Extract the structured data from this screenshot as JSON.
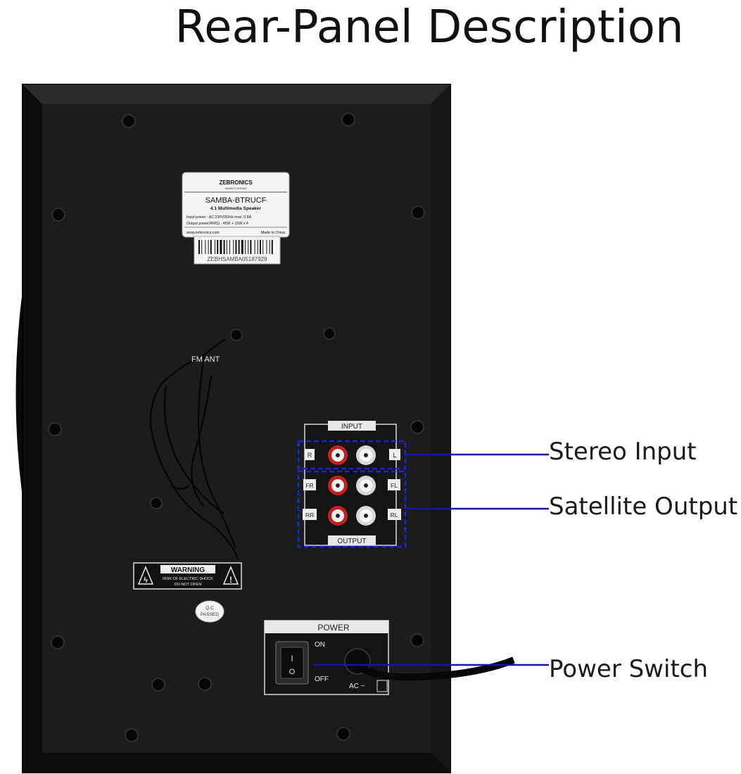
{
  "title": "Rear-Panel Description",
  "device_label": {
    "brand": "ZEBRONICS",
    "tagline": "ALWAYS AHEAD",
    "model": "SAMBA-BTRUCF",
    "subtitle": "4.1 Multimedia Speaker",
    "input_power": "Input power : AC 230V/50Hz max. 0.8A",
    "output_power": "Output power(RMS) : 45W + 15W x 4",
    "website": "www.zebronics.com",
    "origin": "Made in China",
    "serial": "ZEBHSAMBA05187929"
  },
  "fm_ant_label": "FM ANT",
  "warning": {
    "title": "WARNING",
    "line1": "RISK OF ELECTRIC SHOCK",
    "line2": "DO NOT OPEN"
  },
  "qc_sticker": {
    "line1": "Q.C",
    "line2": "PASSED"
  },
  "io_panel": {
    "input_label": "INPUT",
    "output_label": "OUTPUT",
    "jack_labels": {
      "r": "R",
      "l": "L",
      "fr": "FR",
      "fl": "FL",
      "rr": "RR",
      "rl": "RL"
    }
  },
  "power_panel": {
    "title": "POWER",
    "on_label": "ON",
    "off_label": "OFF",
    "ac_label": "AC ~",
    "switch_on_symbol": "I",
    "switch_off_symbol": "O"
  },
  "callouts": {
    "stereo_input": "Stereo Input",
    "satellite_output": "Satellite Output",
    "power_switch": "Power Switch"
  },
  "colors": {
    "callout_line": "#1515a8",
    "cabinet": "#0d0d0d",
    "panel": "#1b1b1b"
  }
}
